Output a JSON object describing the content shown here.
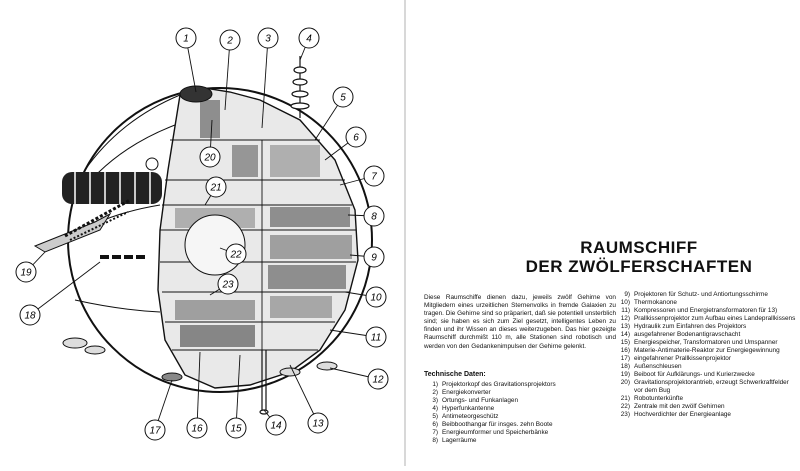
{
  "title": {
    "line1": "RAUMSCHIFF",
    "line2": "DER ZWÖLFERSCHAFTEN"
  },
  "intro_text": "Diese Raumschiffe dienen dazu, jeweils zwölf Gehirne von Mitgliedern eines urzeitlichen Sternenvolks in fremde Galaxien zu tragen. Die Gehirne sind so präpariert, daß sie potentiell unsterblich sind; sie haben es sich zum Ziel gesetzt, intelligentes Leben zu finden und ihr Wissen an dieses weiterzugeben. Das hier gezeigte Raumschiff durchmißt 110 m, alle Stationen sind robotisch und werden von den Gedankenimpulsen der Gehirne gelenkt.",
  "tech_heading": "Technische Daten:",
  "legend_left": [
    {
      "num": "1)",
      "text": "Projektorkopf des Gravitationsprojektors"
    },
    {
      "num": "2)",
      "text": "Energiekonverter"
    },
    {
      "num": "3)",
      "text": "Ortungs- und Funkanlagen"
    },
    {
      "num": "4)",
      "text": "Hyperfunkantenne"
    },
    {
      "num": "5)",
      "text": "Antimeteorgeschütz"
    },
    {
      "num": "6)",
      "text": "Beibboothangar für insges. zehn Boote"
    },
    {
      "num": "7)",
      "text": "Energieumformer und Speicherbänke"
    },
    {
      "num": "8)",
      "text": "Lagerräume"
    }
  ],
  "legend_right": [
    {
      "num": "9)",
      "text": "Projektoren für Schutz- und Antiortungsschirme"
    },
    {
      "num": "10)",
      "text": "Thermokanone"
    },
    {
      "num": "11)",
      "text": "Kompressoren und Energietransformatoren für 13)"
    },
    {
      "num": "12)",
      "text": "Prallkissenprojektor zum Aufbau eines Landeprallkissens"
    },
    {
      "num": "13)",
      "text": "Hydraulik zum Einfahren des Projektors"
    },
    {
      "num": "14)",
      "text": "ausgefahrener Bodenantigravschacht"
    },
    {
      "num": "15)",
      "text": "Energiespeicher, Transformatoren und Umspanner"
    },
    {
      "num": "16)",
      "text": "Materie-Antimaterie-Reaktor zur Energiegewinnung"
    },
    {
      "num": "17)",
      "text": "eingefahrener Prallkissenprojektor"
    },
    {
      "num": "18)",
      "text": "Außenschleusen"
    },
    {
      "num": "19)",
      "text": "Beiboot für Aufklärungs- und Kurierzwecke"
    },
    {
      "num": "20)",
      "text": "Gravitationsprojektorantrieb, erzeugt Schwerkraftfelder vor dem Bug"
    },
    {
      "num": "21)",
      "text": "Robotunterkünfte"
    },
    {
      "num": "22)",
      "text": "Zentrale mit den zwölf Gehirnen"
    },
    {
      "num": "23)",
      "text": "Hochverdichter der Energieanlage"
    }
  ],
  "callouts": [
    "1",
    "2",
    "3",
    "4",
    "5",
    "6",
    "7",
    "8",
    "9",
    "10",
    "11",
    "12",
    "13",
    "14",
    "15",
    "16",
    "17",
    "18",
    "19",
    "20",
    "21",
    "22",
    "23"
  ]
}
